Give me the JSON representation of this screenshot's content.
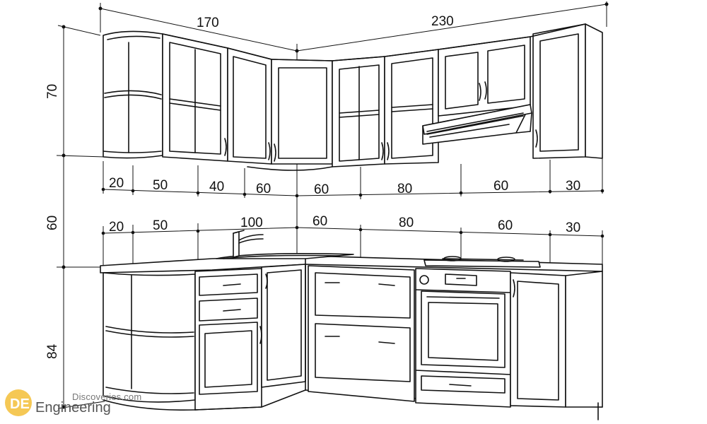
{
  "diagram": {
    "upper_widths": [
      {
        "id": "upper-total-left",
        "label": "170"
      },
      {
        "id": "upper-total-right",
        "label": "230"
      },
      {
        "id": "upper-w1",
        "label": "20"
      },
      {
        "id": "upper-w2",
        "label": "50"
      },
      {
        "id": "upper-w3",
        "label": "40"
      },
      {
        "id": "upper-w4",
        "label": "60"
      },
      {
        "id": "upper-w5",
        "label": "60"
      },
      {
        "id": "upper-w6",
        "label": "80"
      },
      {
        "id": "upper-w7",
        "label": "60"
      },
      {
        "id": "upper-w8",
        "label": "30"
      }
    ],
    "lower_widths": [
      {
        "id": "lower-w1",
        "label": "20"
      },
      {
        "id": "lower-w2",
        "label": "50"
      },
      {
        "id": "lower-w3",
        "label": "100"
      },
      {
        "id": "lower-w4",
        "label": "60"
      },
      {
        "id": "lower-w5",
        "label": "80"
      },
      {
        "id": "lower-w6",
        "label": "60"
      },
      {
        "id": "lower-w7",
        "label": "30"
      }
    ],
    "heights": [
      {
        "id": "upper-cabinet-height",
        "label": "70"
      },
      {
        "id": "backsplash-height",
        "label": "60"
      },
      {
        "id": "base-cabinet-height",
        "label": "84"
      }
    ]
  },
  "watermark": {
    "logo_letters": "DE",
    "subtitle": "Discoveries.com",
    "title": "Engineering"
  },
  "colors": {
    "line": "#111111",
    "background": "#ffffff",
    "watermark_accent": "#f2b51c"
  }
}
